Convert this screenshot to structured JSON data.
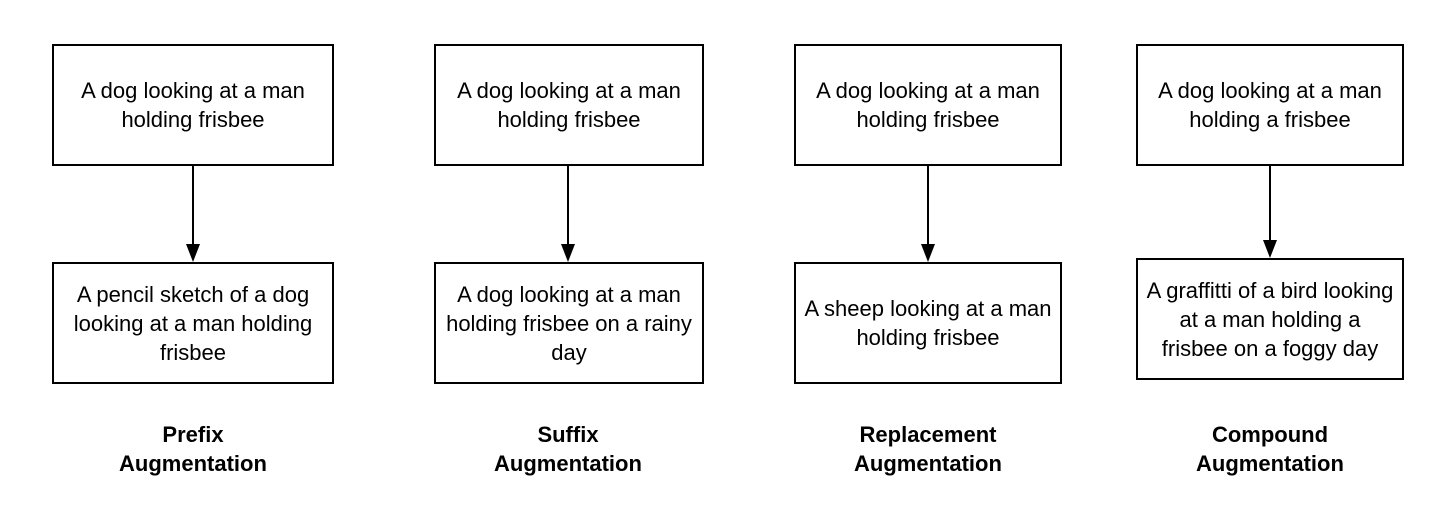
{
  "columns": [
    {
      "source_text": "A dog looking at a man holding frisbee",
      "result_text": "A pencil sketch of a dog looking at a man holding frisbee",
      "caption_line1": "Prefix",
      "caption_line2": "Augmentation"
    },
    {
      "source_text": "A dog looking at a man holding frisbee",
      "result_text": "A dog looking at a man holding frisbee on a rainy day",
      "caption_line1": "Suffix",
      "caption_line2": "Augmentation"
    },
    {
      "source_text": "A dog looking at a man holding frisbee",
      "result_text": "A sheep looking at a man holding frisbee",
      "caption_line1": "Replacement",
      "caption_line2": "Augmentation"
    },
    {
      "source_text": "A dog looking at a man holding a frisbee",
      "result_text": "A graffitti of a bird looking at a man holding a frisbee on a foggy day",
      "caption_line1": "Compound",
      "caption_line2": "Augmentation"
    }
  ],
  "colors": {
    "stroke": "#000000",
    "background": "#ffffff"
  }
}
